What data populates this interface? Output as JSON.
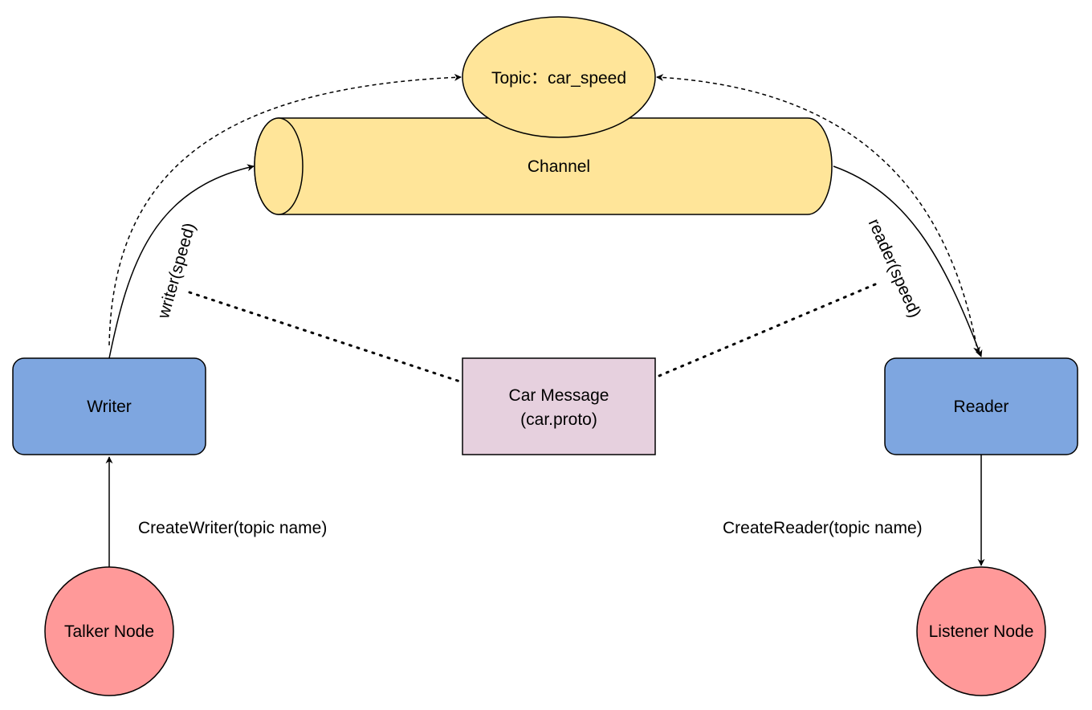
{
  "colors": {
    "topic_fill": "#ffe599",
    "channel_fill": "#ffe599",
    "endpoint_fill": "#7ea6e0",
    "message_fill": "#e6d0de",
    "node_fill": "#ff9999",
    "stroke": "#000000"
  },
  "topic": {
    "label": "Topic：car_speed"
  },
  "channel": {
    "label": "Channel"
  },
  "writer": {
    "label": "Writer"
  },
  "reader": {
    "label": "Reader"
  },
  "message": {
    "line1": "Car Message",
    "line2": "(car.proto)"
  },
  "talker": {
    "label": "Talker Node"
  },
  "listener": {
    "label": "Listener Node"
  },
  "edges": {
    "writer_speed": "writer(speed)",
    "reader_speed": "reader(speed)",
    "create_writer": "CreateWriter(topic name)",
    "create_reader": "CreateReader(topic name)"
  }
}
